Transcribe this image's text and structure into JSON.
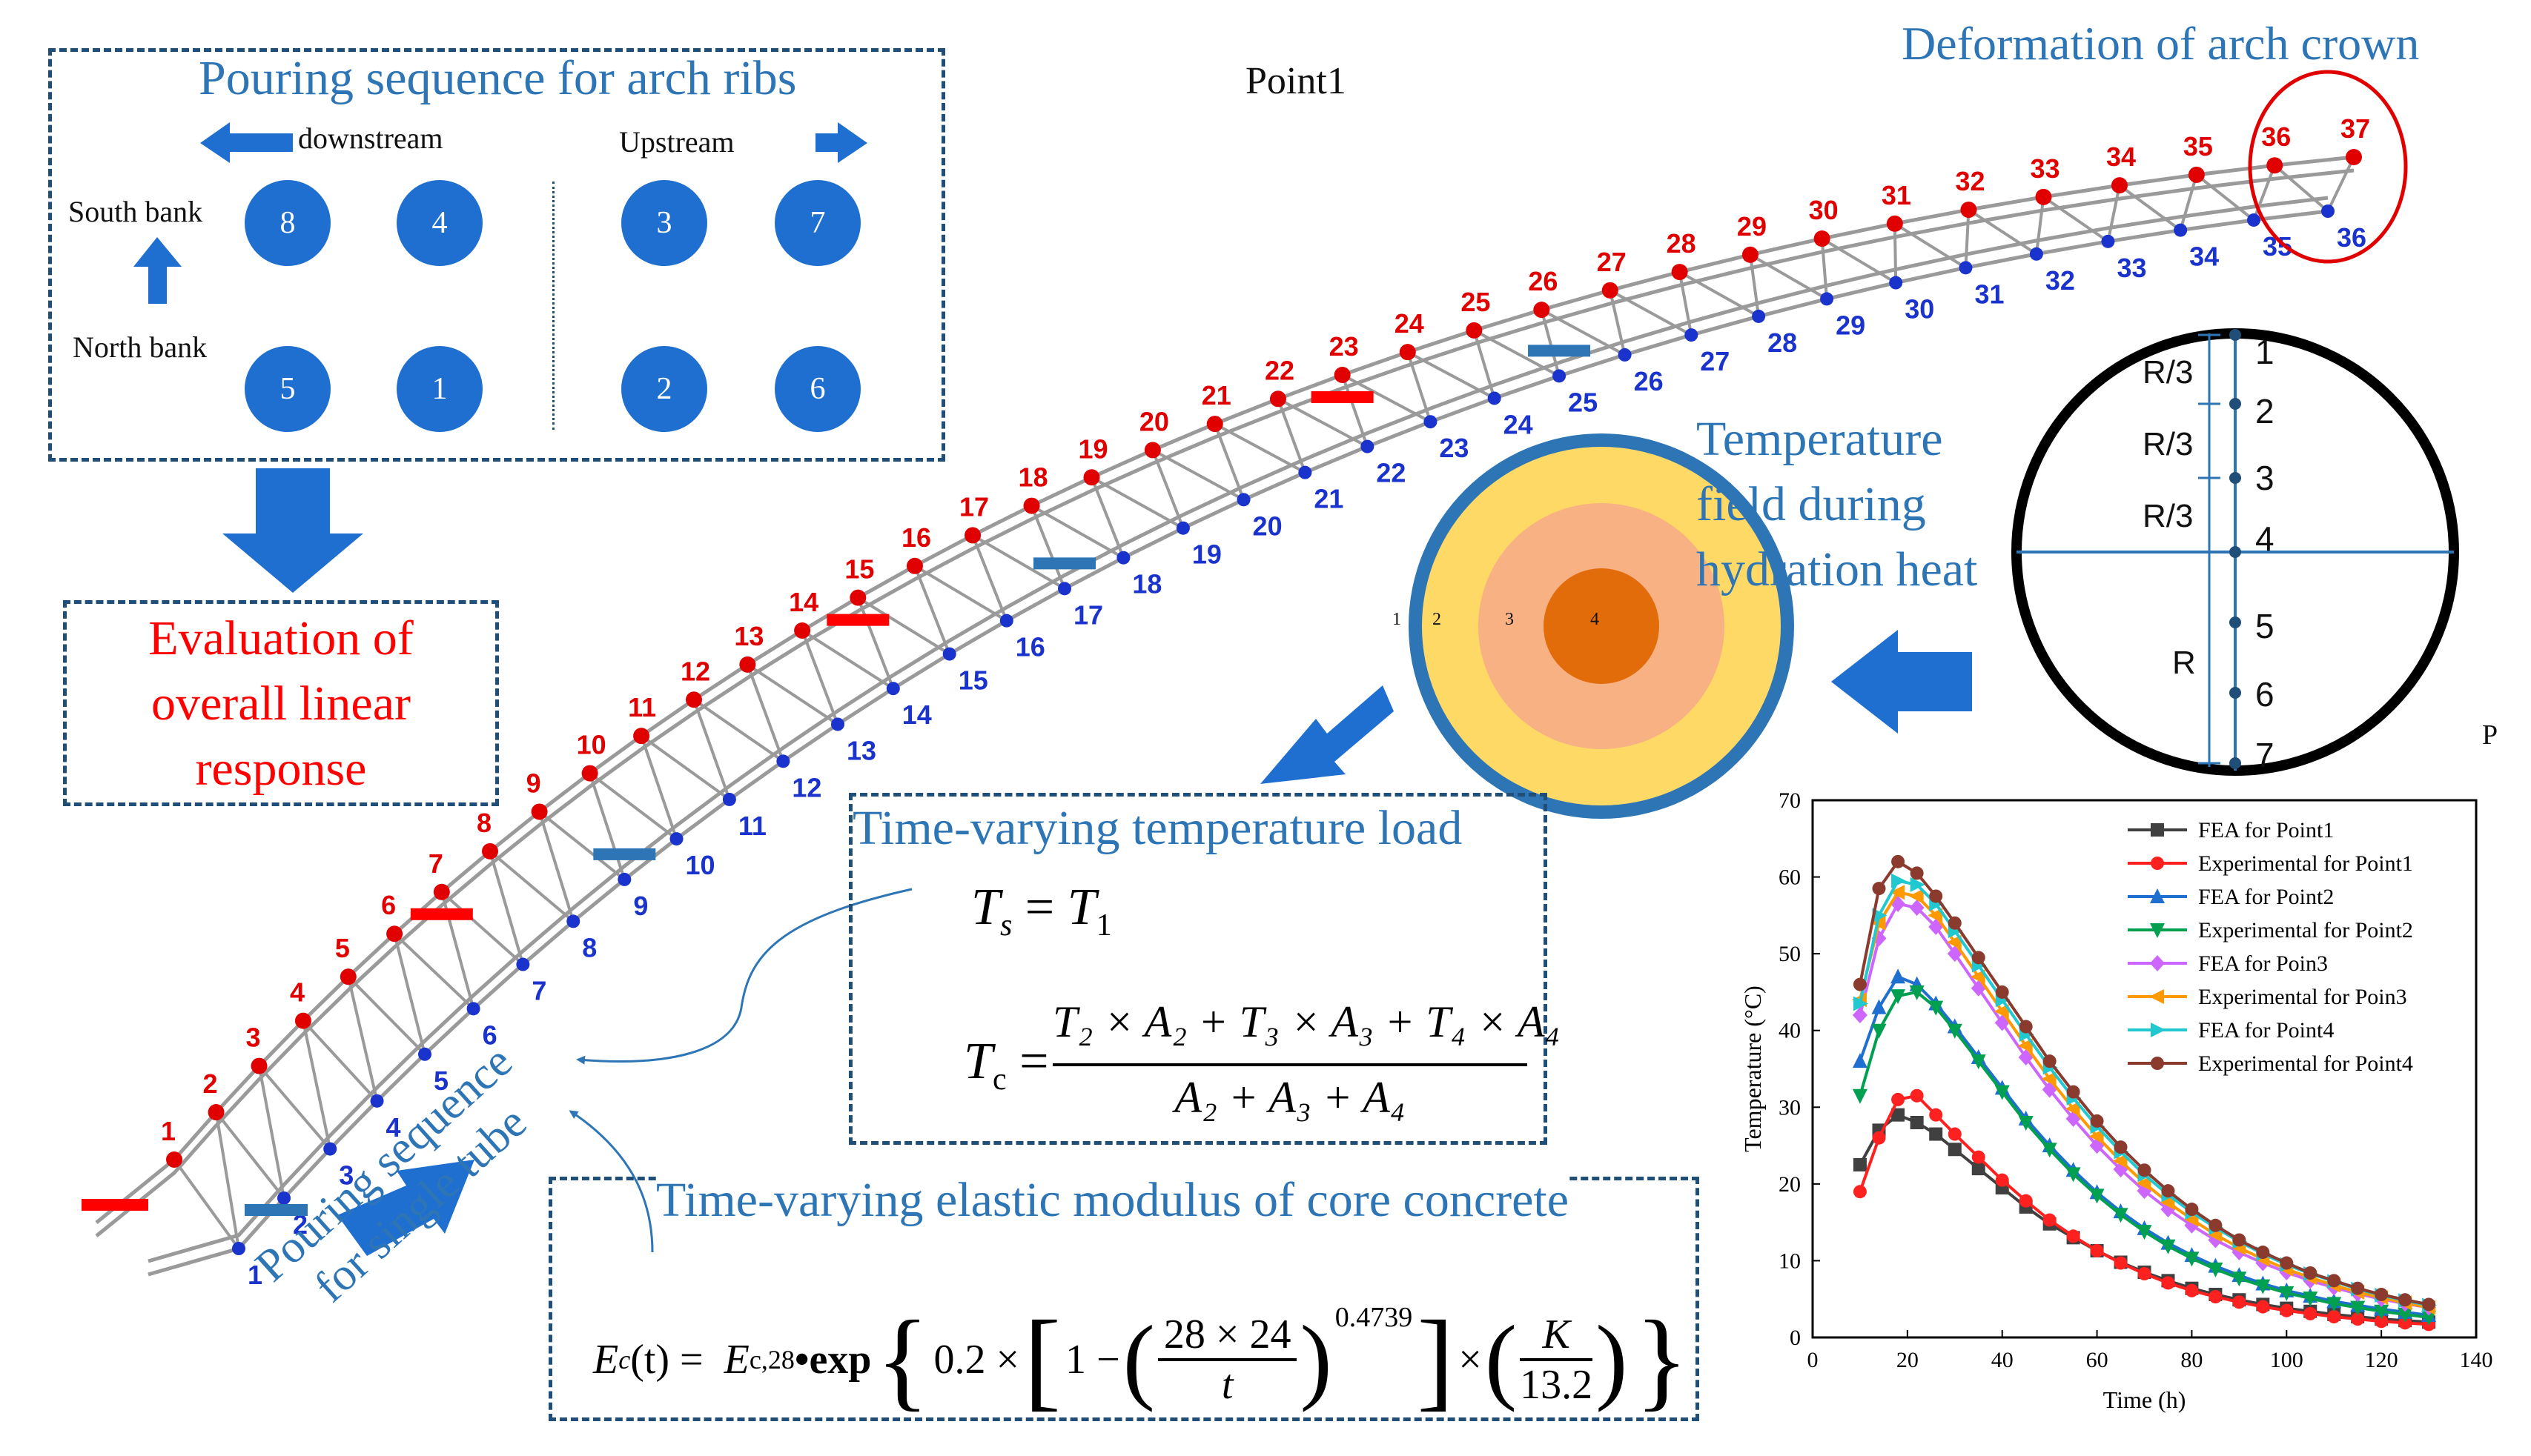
{
  "pour_box": {
    "title": "Pouring sequence for arch ribs",
    "downstream_label": "downstream",
    "upstream_label": "Upstream",
    "south_bank_label": "South bank",
    "north_bank_label": "North bank",
    "circles_row1": [
      "8",
      "4",
      "3",
      "7"
    ],
    "circles_row2": [
      "5",
      "1",
      "2",
      "6"
    ]
  },
  "eval_box": {
    "line1": "Evaluation of",
    "line2": "overall linear",
    "line3": "response"
  },
  "top_point_label": "Point1",
  "crown_label": "Deformation of arch crown",
  "temp_field_label": {
    "line1": "Temperature",
    "line2": "field during",
    "line3": "hydration heat"
  },
  "cross_section": {
    "ring_labels": [
      "1",
      "2",
      "3",
      "4"
    ],
    "colors": {
      "outer_ring": "#2e75b6",
      "layer1": "#ffd966",
      "layer2": "#f8b183",
      "layer3": "#f4b183",
      "core": "#e26b0a"
    }
  },
  "tube_diagram": {
    "point_labels": [
      "1",
      "2",
      "3",
      "4",
      "5",
      "6",
      "7"
    ],
    "dim_labels": [
      "R/3",
      "R/3",
      "R/3",
      "R"
    ],
    "p_label": "P"
  },
  "temp_load_box": {
    "title": "Time-varying temperature load",
    "eq1_lhs": "T",
    "eq1_lhs_sub": "s",
    "eq1_rhs": "T",
    "eq1_rhs_sub": "1",
    "eq2_lhs": "T",
    "eq2_lhs_sub": "c",
    "eq2_numerator": "T₂ × A₂ + T₃ × A₃ + T₄ × A₄",
    "eq2_denominator": "A₂ + A₃ + A₄"
  },
  "elastic_box": {
    "title": "Time-varying elastic modulus of core concrete",
    "lhs": "E",
    "lhs_sub": "c",
    "lhs_arg": "(t) = ",
    "rhs_E": "E",
    "rhs_E_sub": "c,28",
    "rhs_exp": "•exp",
    "factor": "0.2 ×",
    "one_minus": "1 −",
    "frac1_num": "28 × 24",
    "frac1_den": "t",
    "power": "0.4739",
    "times": "×",
    "frac2_num": "K",
    "frac2_den": "13.2"
  },
  "single_tube_label": {
    "line1": "Pouring sequence",
    "line2": "for single tube"
  },
  "arch": {
    "upper_labels": [
      "1",
      "2",
      "3",
      "4",
      "5",
      "6",
      "7",
      "8",
      "9",
      "10",
      "11",
      "12",
      "13",
      "14",
      "15",
      "16",
      "17",
      "18",
      "19",
      "20",
      "21",
      "22",
      "23",
      "24",
      "25",
      "26",
      "27",
      "28",
      "29",
      "30",
      "31",
      "32",
      "33",
      "34",
      "35",
      "36",
      "37"
    ],
    "lower_labels": [
      "1",
      "2",
      "3",
      "4",
      "5",
      "6",
      "7",
      "8",
      "9",
      "10",
      "11",
      "12",
      "13",
      "14",
      "15",
      "16",
      "17",
      "18",
      "19",
      "20",
      "21",
      "22",
      "23",
      "24",
      "25",
      "26",
      "27",
      "28",
      "29",
      "30",
      "31",
      "32",
      "33",
      "34",
      "35",
      "36"
    ],
    "colors": {
      "upper": "#e00000",
      "lower": "#1a33cc",
      "truss": "#9a9a9a",
      "marker_red": "#ff0000",
      "marker_blue": "#2e75b6"
    }
  },
  "chart_data": {
    "type": "line",
    "title": "",
    "xlabel": "Time (h)",
    "ylabel": "Temperature (°C)",
    "xlim": [
      0,
      140
    ],
    "ylim": [
      0,
      70
    ],
    "xticks": [
      0,
      20,
      40,
      60,
      80,
      100,
      120,
      140
    ],
    "yticks": [
      0,
      10,
      20,
      30,
      40,
      50,
      60,
      70
    ],
    "legend_position": "top-right",
    "x": [
      10,
      14,
      18,
      22,
      26,
      30,
      35,
      40,
      45,
      50,
      55,
      60,
      65,
      70,
      75,
      80,
      85,
      90,
      95,
      100,
      105,
      110,
      115,
      120,
      125,
      130
    ],
    "series": [
      {
        "name": "FEA for  Point1",
        "color": "#404040",
        "marker": "square",
        "values": [
          22.5,
          27,
          29,
          28,
          26.5,
          24.5,
          22,
          19.5,
          17,
          14.8,
          13,
          11.3,
          9.8,
          8.5,
          7.4,
          6.4,
          5.6,
          4.9,
          4.3,
          3.8,
          3.4,
          3.0,
          2.7,
          2.4,
          2.2,
          2.0
        ]
      },
      {
        "name": "Experimental for  Point1",
        "color": "#ff2020",
        "marker": "circle",
        "values": [
          19,
          26,
          31,
          31.5,
          29,
          26.5,
          23.5,
          20.5,
          17.8,
          15.3,
          13.2,
          11.3,
          9.7,
          8.3,
          7.1,
          6.1,
          5.3,
          4.6,
          4.0,
          3.5,
          3.1,
          2.7,
          2.4,
          2.1,
          1.9,
          1.7
        ]
      },
      {
        "name": "FEA for  Point2",
        "color": "#1f6fd0",
        "marker": "triangle",
        "values": [
          36,
          43,
          47,
          46,
          43.5,
          40.5,
          36.5,
          32.5,
          28.5,
          25,
          21.8,
          18.9,
          16.4,
          14.2,
          12.3,
          10.7,
          9.3,
          8.1,
          7.0,
          6.1,
          5.4,
          4.7,
          4.2,
          3.7,
          3.3,
          2.9
        ]
      },
      {
        "name": "Experimental for  Point2",
        "color": "#00a050",
        "marker": "triangle-down",
        "values": [
          31.5,
          40,
          44.5,
          45,
          43,
          40,
          36,
          32,
          28,
          24.5,
          21.3,
          18.5,
          16,
          13.8,
          11.9,
          10.3,
          8.9,
          7.7,
          6.7,
          5.8,
          5.1,
          4.4,
          3.9,
          3.4,
          3.0,
          2.6
        ]
      },
      {
        "name": "FEA for    Poin3",
        "color": "#cc66ff",
        "marker": "diamond",
        "values": [
          42,
          52,
          56.5,
          56,
          53.5,
          50,
          45.5,
          41,
          36.5,
          32.3,
          28.5,
          25,
          21.9,
          19.1,
          16.7,
          14.6,
          12.7,
          11.1,
          9.7,
          8.5,
          7.4,
          6.5,
          5.7,
          5.0,
          4.4,
          3.9
        ]
      },
      {
        "name": "Experimental for  Poin3",
        "color": "#ff9900",
        "marker": "triangle-left",
        "values": [
          44,
          54,
          58,
          57.5,
          55,
          51.5,
          47,
          42.5,
          38,
          33.7,
          29.8,
          26.2,
          23,
          20.1,
          17.6,
          15.4,
          13.4,
          11.7,
          10.2,
          8.9,
          7.8,
          6.8,
          5.9,
          5.2,
          4.5,
          3.9
        ]
      },
      {
        "name": "FEA for   Point4",
        "color": "#22c8d0",
        "marker": "triangle-right",
        "values": [
          43.5,
          55,
          59.5,
          59,
          56.5,
          53,
          48.5,
          44,
          39.5,
          35.2,
          31.2,
          27.5,
          24.2,
          21.2,
          18.6,
          16.3,
          14.3,
          12.5,
          10.9,
          9.5,
          8.3,
          7.3,
          6.3,
          5.5,
          4.8,
          4.2
        ]
      },
      {
        "name": "Experimental for  Point4",
        "color": "#8b3a2e",
        "marker": "hexagon",
        "values": [
          46,
          58.5,
          62,
          60.5,
          57.5,
          54,
          49.5,
          45,
          40.5,
          36,
          32,
          28.2,
          24.8,
          21.8,
          19.1,
          16.7,
          14.6,
          12.7,
          11.1,
          9.7,
          8.4,
          7.4,
          6.4,
          5.6,
          4.9,
          4.3
        ]
      }
    ]
  }
}
